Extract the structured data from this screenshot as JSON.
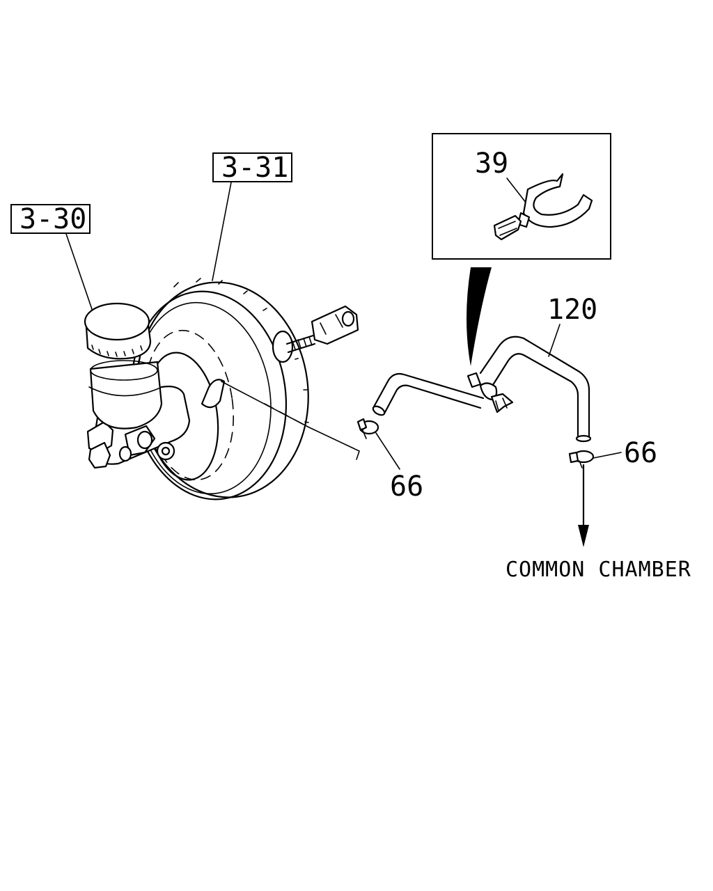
{
  "labels": {
    "ref_3_30": "3-30",
    "ref_3_31": "3-31",
    "part_39": "39",
    "part_120": "120",
    "part_66_left": "66",
    "part_66_right": "66"
  },
  "caption": "COMMON CHAMBER"
}
